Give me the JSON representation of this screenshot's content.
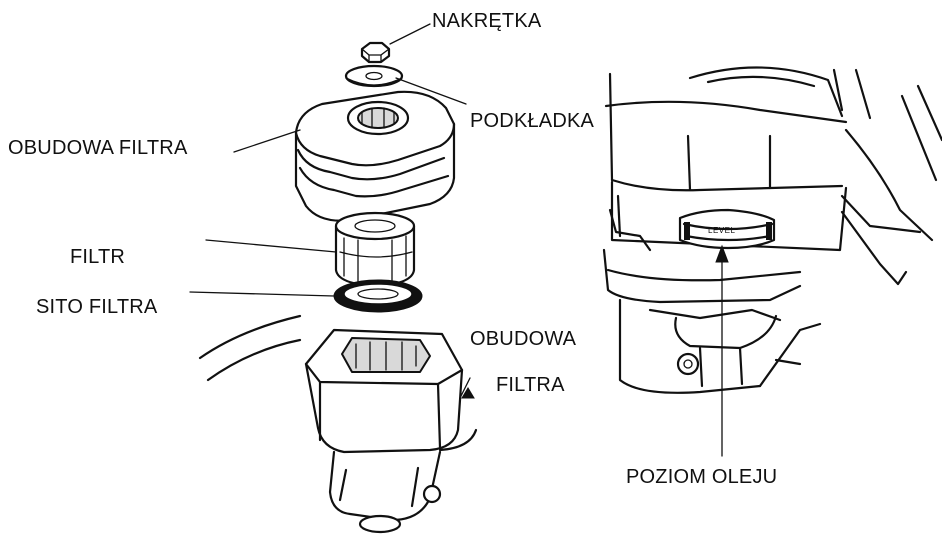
{
  "labels": {
    "nut": "NAKRĘTKA",
    "washer": "PODKŁADKA",
    "housing_top": "OBUDOWA FILTRA",
    "filter": "FILTR",
    "filter_screen": "SITO FILTRA",
    "housing_bottom_line1": "OBUDOWA",
    "housing_bottom_line2": "FILTRA",
    "oil_level": "POZIOM OLEJU",
    "level_mark": "LEVEL"
  },
  "colors": {
    "ink": "#111111",
    "paper": "#ffffff",
    "shade": "#d9d9d9"
  }
}
